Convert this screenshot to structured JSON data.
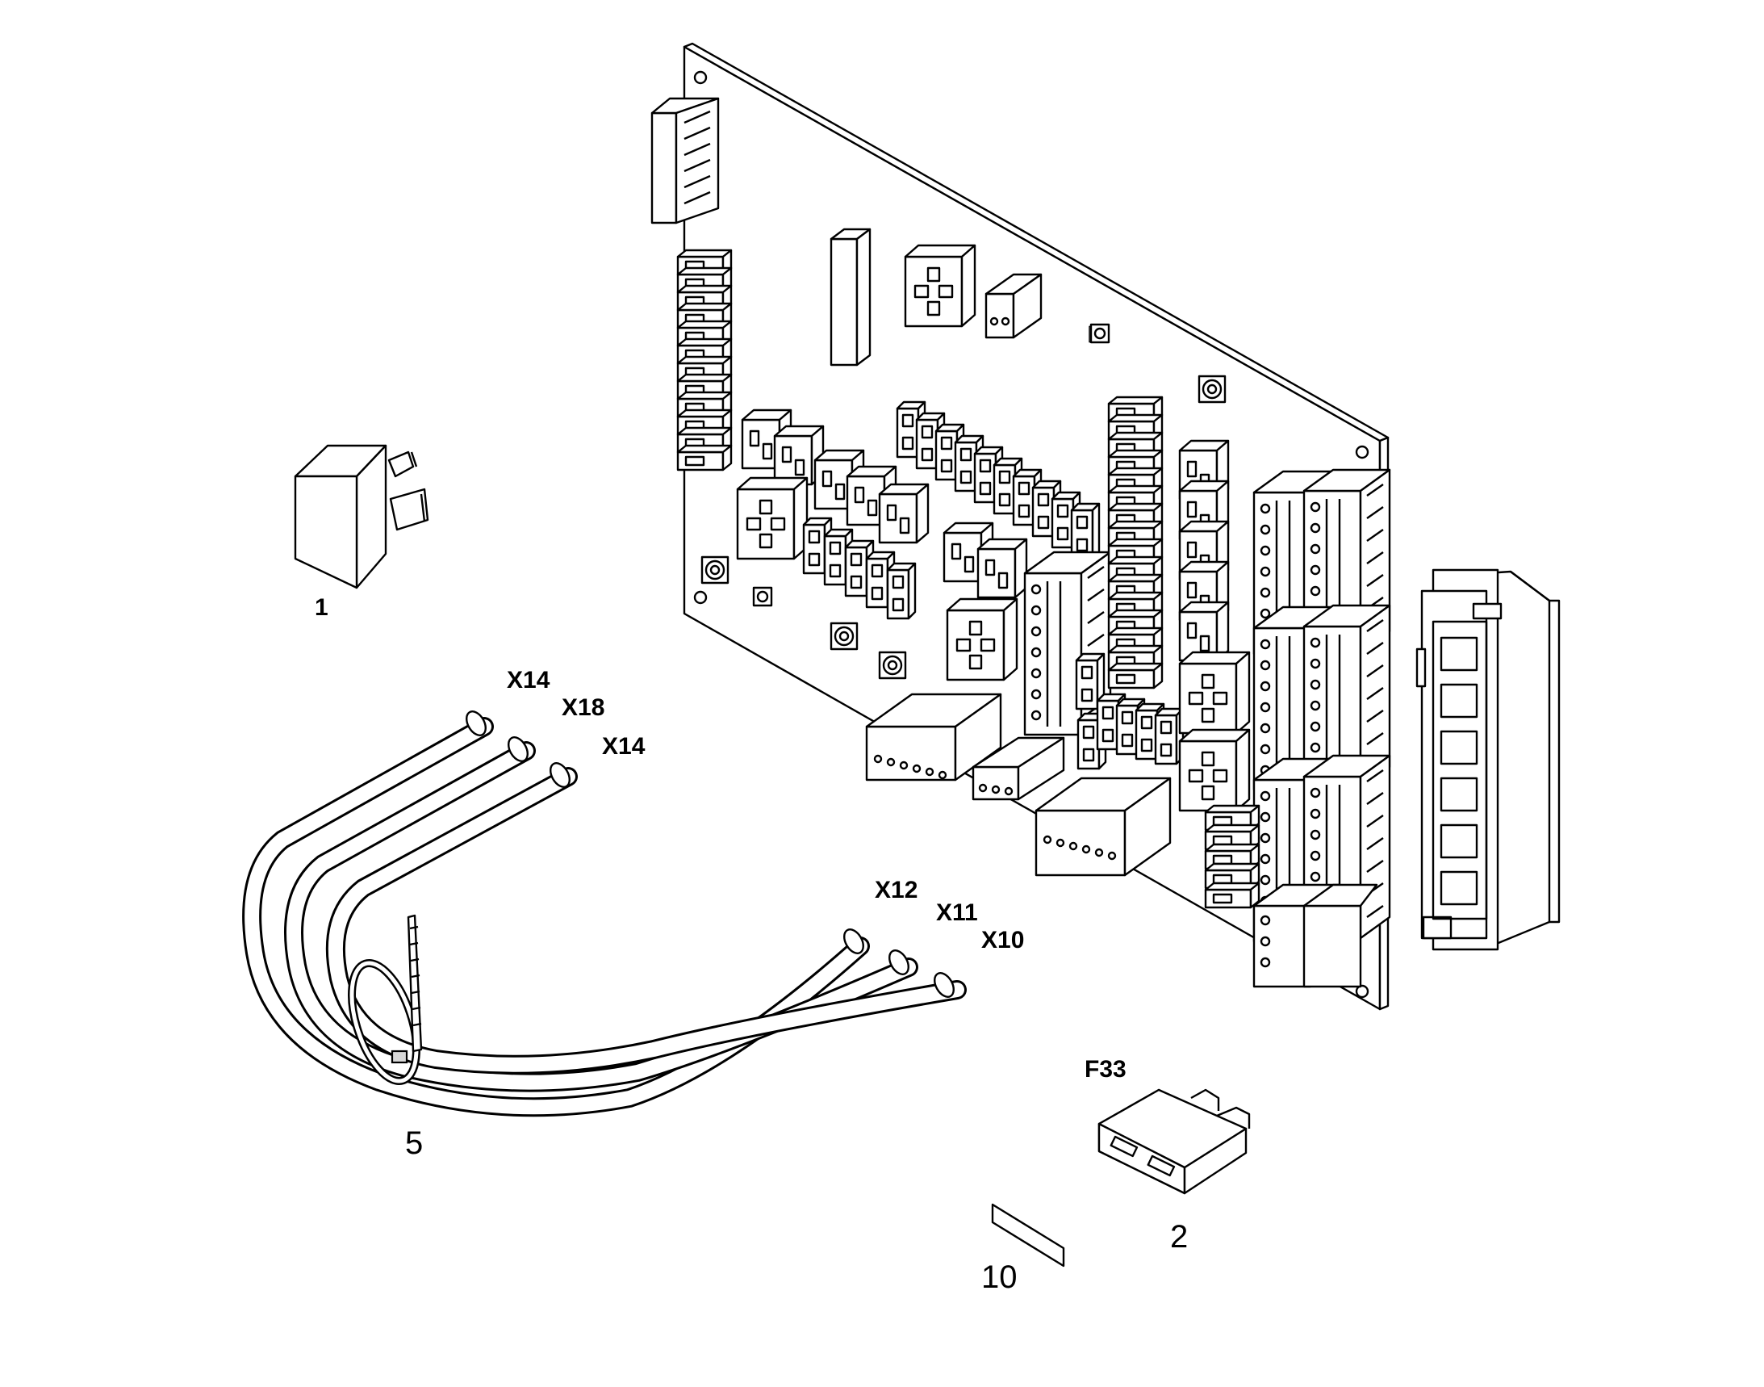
{
  "labels": {
    "part_relay": "1",
    "part_fuse": "2",
    "part_harness": "5",
    "part_label": "10",
    "fuse_ref": "F33",
    "conn_top_1": "X14",
    "conn_top_2": "X18",
    "conn_top_3": "X14",
    "conn_bottom_1": "X12",
    "conn_bottom_2": "X11",
    "conn_bottom_3": "X10"
  },
  "colors": {
    "line": "#000000",
    "background": "#ffffff"
  }
}
